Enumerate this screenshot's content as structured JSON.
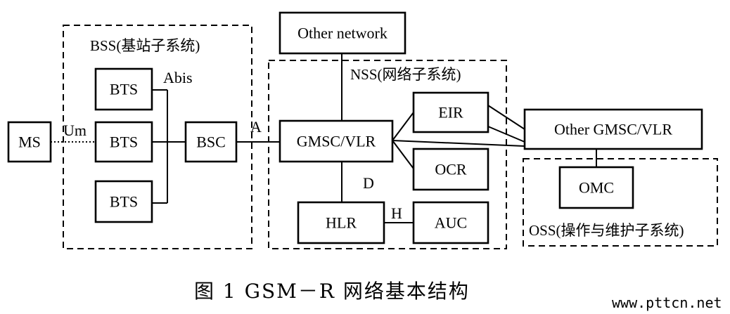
{
  "groups": {
    "bss": "BSS(基站子系统)",
    "nss": "NSS(网络子系统)",
    "oss": "OSS(操作与维护子系统)"
  },
  "nodes": {
    "ms": "MS",
    "bts_top": "BTS",
    "bts_mid": "BTS",
    "bts_bot": "BTS",
    "bsc": "BSC",
    "other_network": "Other network",
    "gmsc_vlr": "GMSC/VLR",
    "eir": "EIR",
    "ocr": "OCR",
    "hlr": "HLR",
    "auc": "AUC",
    "other_gmsc_vlr": "Other GMSC/VLR",
    "omc": "OMC"
  },
  "interfaces": {
    "um": "Um",
    "abis": "Abis",
    "a": "A",
    "d": "D",
    "h": "H"
  },
  "caption": "图 1   GSM－R 网络基本结构",
  "watermark": "www.pttcn.net"
}
